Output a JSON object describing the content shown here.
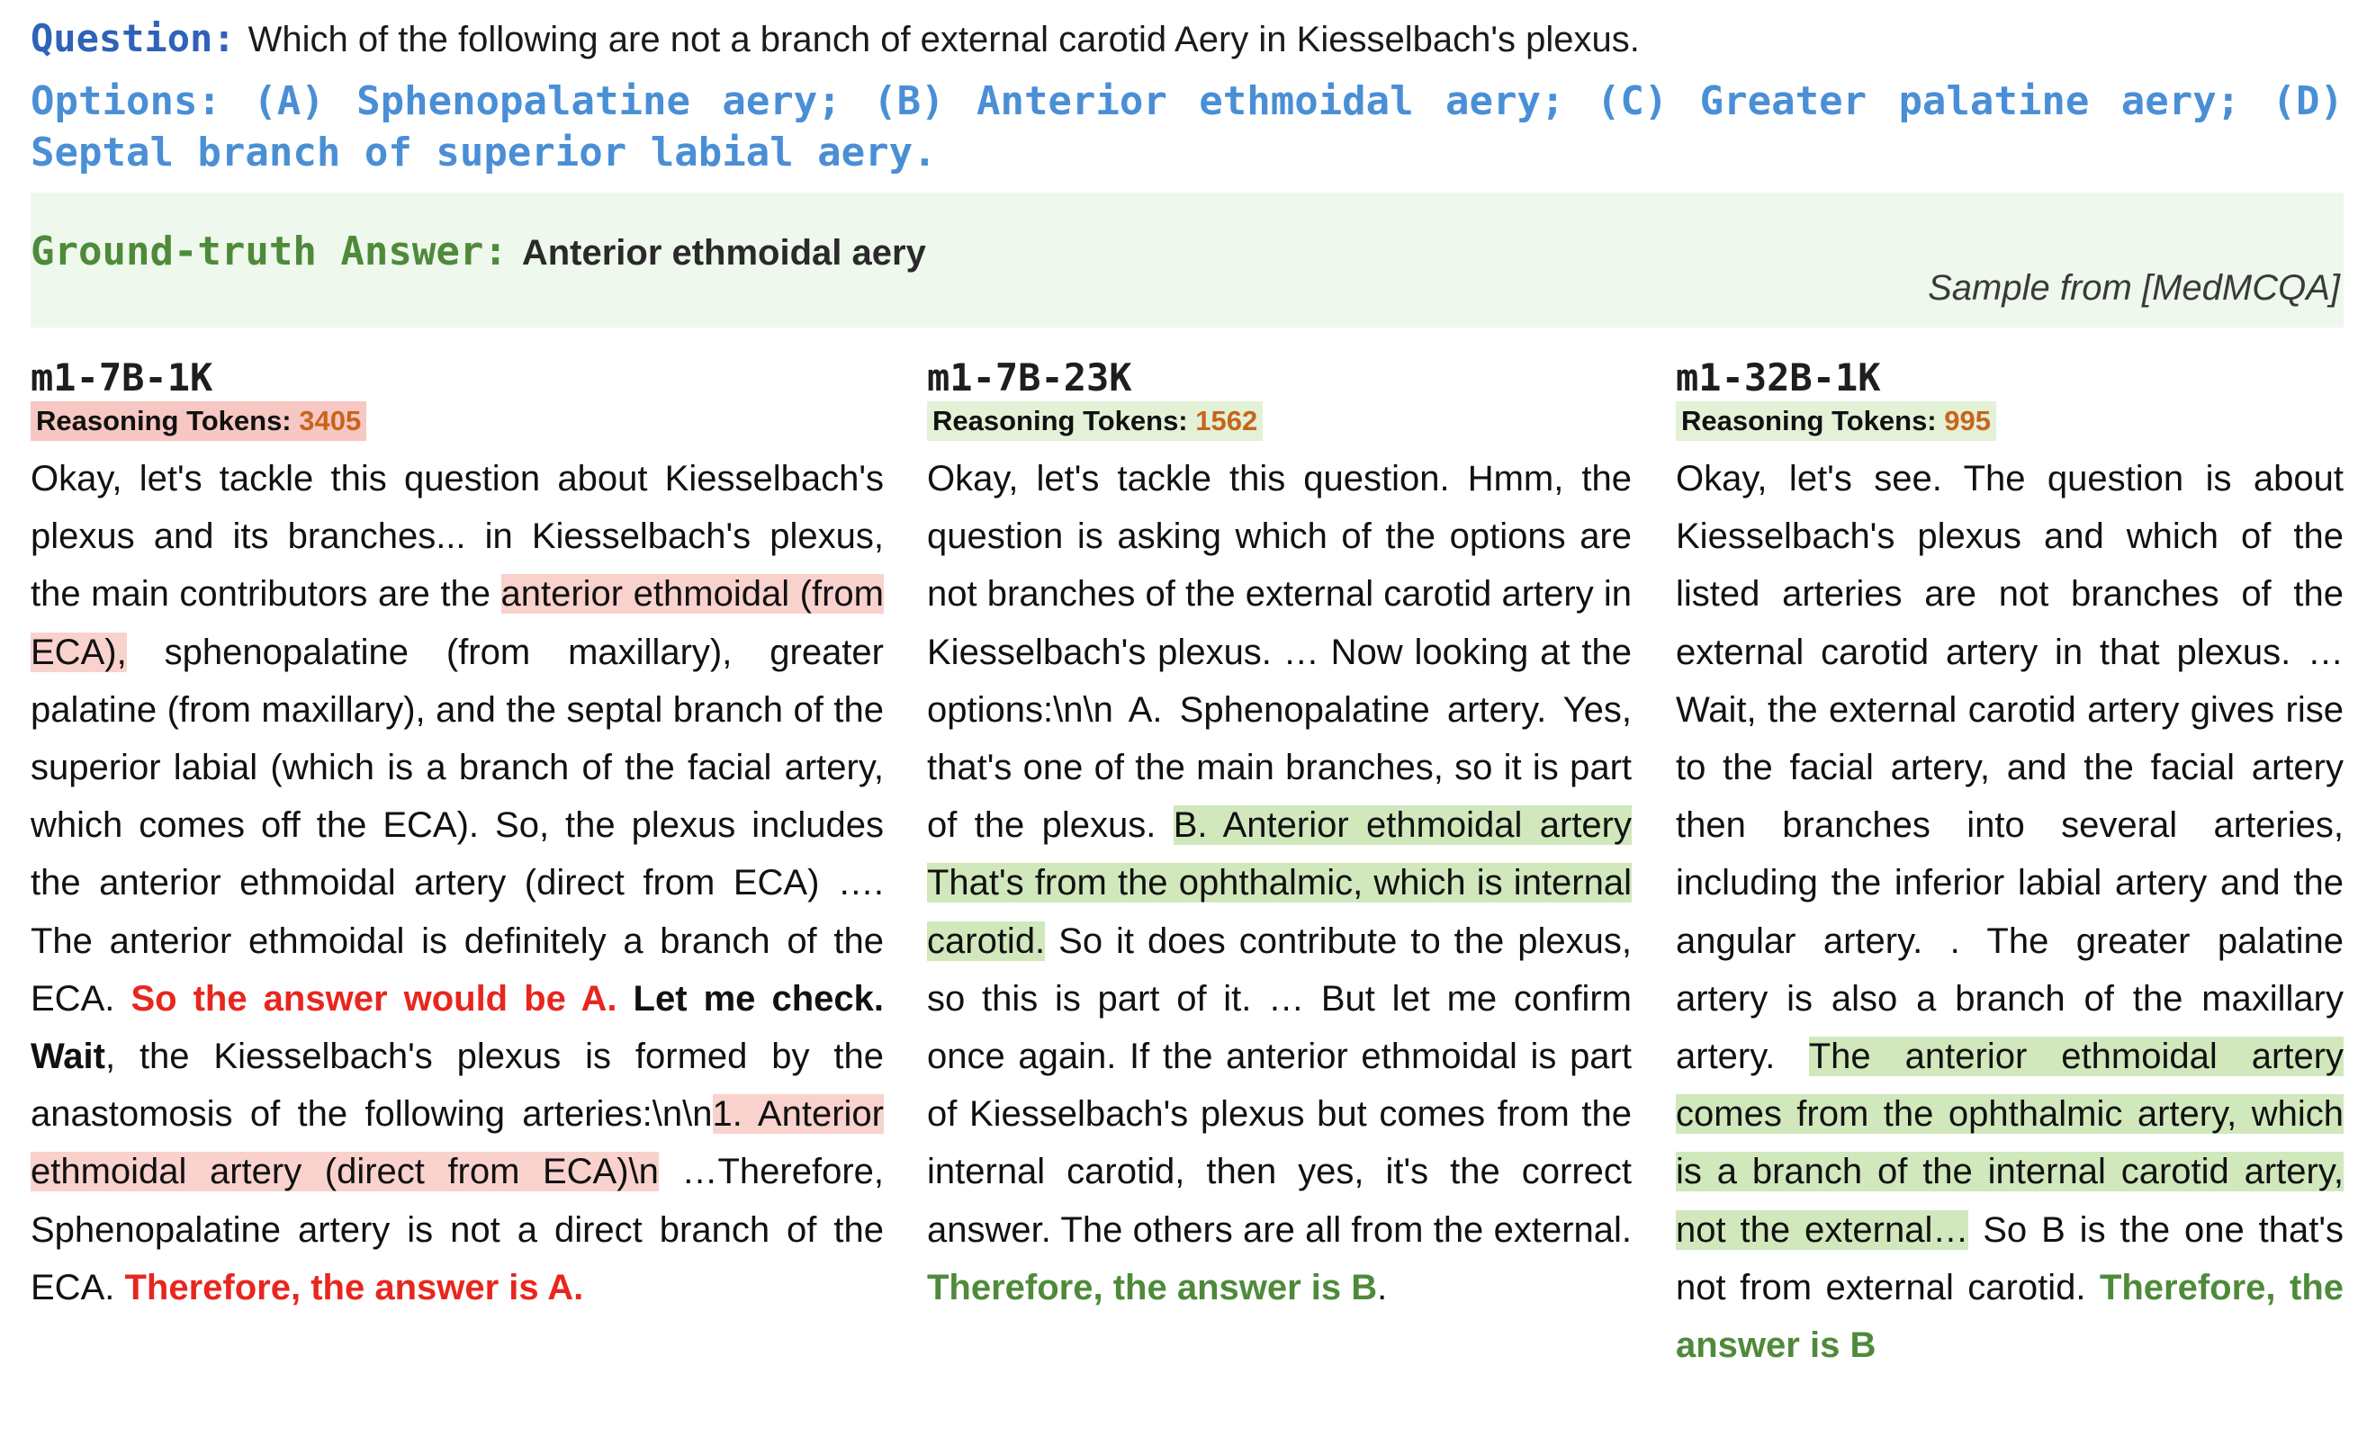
{
  "question": {
    "label": "Question:",
    "text": "Which of the following are not a branch of external carotid Aery in Kiesselbach's plexus."
  },
  "options": {
    "text": "Options: (A) Sphenopalatine aery; (B) Anterior ethmoidal aery; (C) Greater palatine aery; (D) Septal branch of superior labial aery."
  },
  "ground_truth": {
    "label": "Ground-truth Answer:",
    "answer": "Anterior ethmoidal aery",
    "source_note": "Sample from [MedMCQA]"
  },
  "columns": [
    {
      "model": "m1-7B-1K",
      "tokens_label": "Reasoning Tokens:",
      "tokens_value": "3405",
      "badge_color": "#f7c7c3",
      "segments": [
        "Okay, let's tackle this question about Kiesselbach's plexus and its branches... in Kiesselbach's plexus, the main contributors are the ",
        " anterior ethmoidal (from ECA),",
        " sphenopalatine (from maxillary), greater palatine (from maxillary), and the septal branch of the superior labial (which is a branch of the facial artery, which comes off the ECA). So, the plexus includes the anterior ethmoidal artery (direct from ECA) …. The anterior ethmoidal is definitely a branch of the ECA. ",
        "So the answer would be A.",
        " ",
        "Let me check. Wait",
        ", the Kiesselbach's plexus is formed by the anastomosis of the following arteries:\\n\\n",
        "1. Anterior ethmoidal artery (direct from ECA)\\n",
        " …Therefore, Sphenopalatine artery is not a direct branch of the ECA. ",
        "Therefore, the answer is A."
      ]
    },
    {
      "model": "m1-7B-23K",
      "tokens_label": "Reasoning Tokens:",
      "tokens_value": "1562",
      "badge_color": "#e3f1d7",
      "segments": [
        "Okay, let's tackle this question. Hmm, the question is asking which of the options are not branches of the external carotid artery in Kiesselbach's plexus. … Now looking at the options:\\n\\n A. Sphenopalatine artery. Yes, that's one of the main branches, so it is part of the plexus. ",
        "B. Anterior ethmoidal artery That's from the ophthalmic, which is internal carotid.",
        " So it does contribute to the plexus, so this is part of it. … But let me confirm once again. If the anterior ethmoidal is part of Kiesselbach's plexus but comes from the internal carotid, then yes, it's the correct answer. The others are all from the external. ",
        "Therefore, the answer is B",
        "."
      ]
    },
    {
      "model": "m1-32B-1K",
      "tokens_label": "Reasoning Tokens:",
      "tokens_value": "995",
      "badge_color": "#e3f1d7",
      "segments": [
        "Okay, let's see. The question is about Kiesselbach's plexus and which of the listed arteries are not branches of the external carotid artery in that plexus. … Wait, the external carotid artery gives rise to the facial artery, and the facial artery then branches into several arteries, including the inferior labial artery and the angular artery. . The greater palatine artery is also a branch of the maxillary artery. ",
        "The anterior ethmoidal artery comes from the ophthalmic artery, which is a branch of the internal carotid artery, not the external…",
        " So B is the one that's not from external carotid. ",
        "Therefore, the answer is B"
      ]
    }
  ],
  "colors": {
    "question_label": "#2f62b8",
    "options": "#4a8fd6",
    "ground_truth_label": "#4e8a3a",
    "ground_truth_bg": "#eef8ec",
    "wrong_highlight": "#f9d2ce",
    "right_highlight": "#d0e8bc",
    "wrong_text": "#e8261e",
    "right_text": "#4e8a3a",
    "token_value": "#c8641c"
  }
}
